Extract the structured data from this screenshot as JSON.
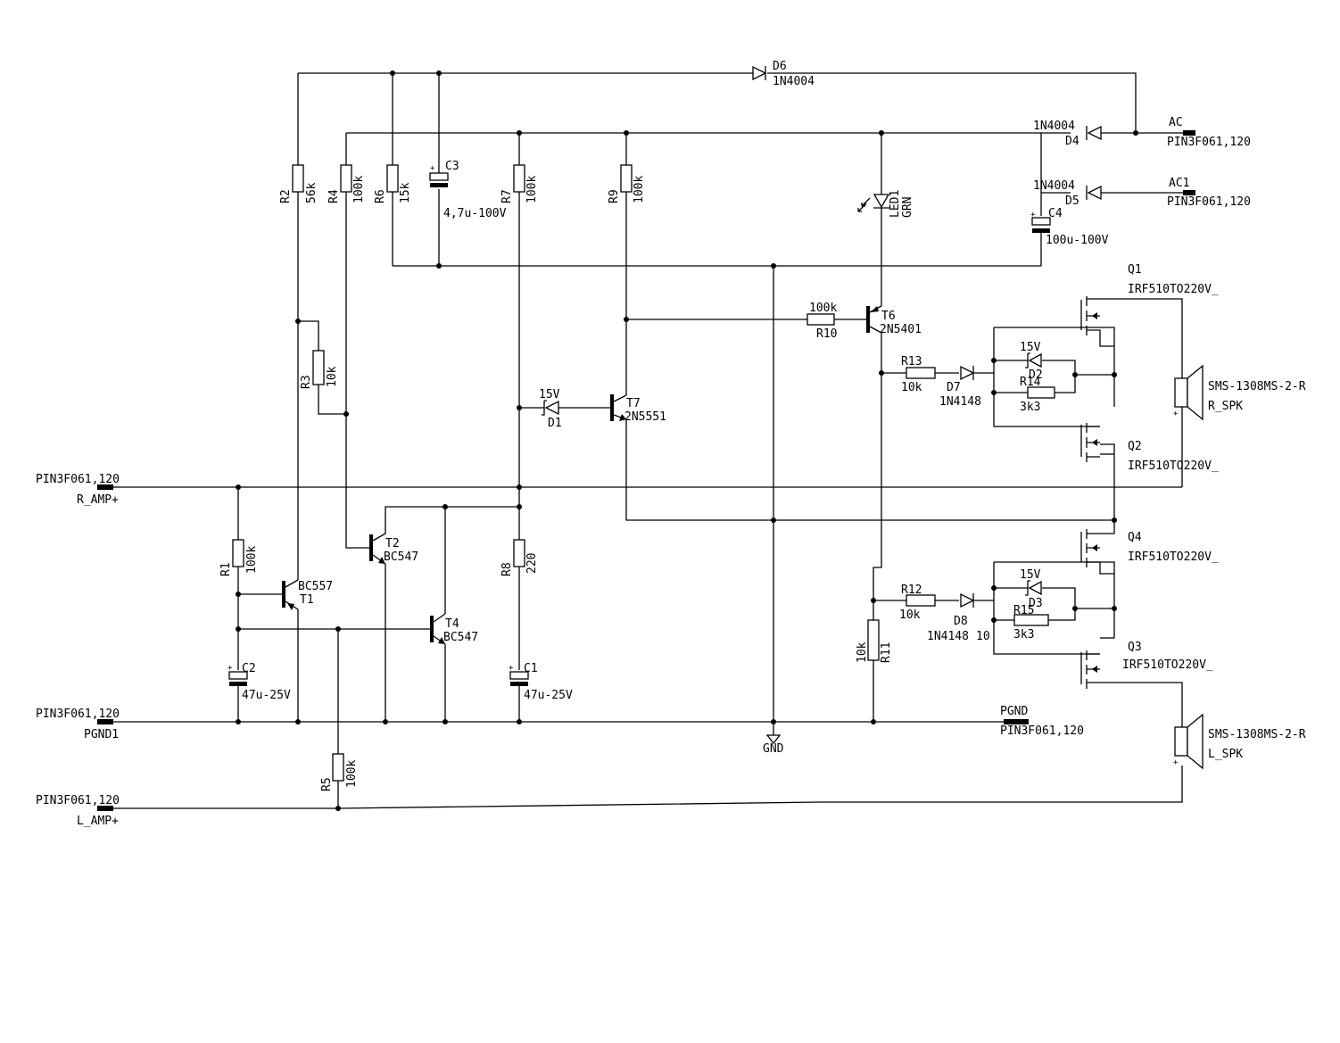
{
  "labels": {
    "D6": "D6",
    "D6v": "1N4004",
    "D4v": "1N4004",
    "D4": "D4",
    "AC": "AC",
    "AC_pin": "PIN3F061,120",
    "D5v": "1N4004",
    "D5": "D5",
    "AC1": "AC1",
    "AC1_pin": "PIN3F061,120",
    "C3": "C3",
    "C3v": "4,7u-100V",
    "C4": "C4",
    "C4v": "100u-100V",
    "R2": "R2",
    "R2v": "56k",
    "R4": "R4",
    "R4v": "100k",
    "R6": "R6",
    "R6v": "15k",
    "R7": "R7",
    "R7v": "100k",
    "R9": "R9",
    "R9v": "100k",
    "LED1": "LED1",
    "LED1v": "GRN",
    "R3": "R3",
    "R3v": "10k",
    "R10": "R10",
    "R10v": "100k",
    "T6": "T6",
    "T6v": "2N5401",
    "R13": "R13",
    "R13v": "10k",
    "D7": "D7",
    "D7v": "1N4148",
    "D2": "D2",
    "D2v": "15V",
    "R14": "R14",
    "R14v": "3k3",
    "Q1": "Q1",
    "Q1v": "IRF510TO220V_",
    "Q2": "Q2",
    "Q2v": "IRF510TO220V_",
    "Q3": "Q3",
    "Q3v": "IRF510TO220V_",
    "Q4": "Q4",
    "Q4v": "IRF510TO220V_",
    "RSPKv": "SMS-1308MS-2-R",
    "RSPK": "R_SPK",
    "LSPKv": "SMS-1308MS-2-R",
    "LSPK": "L_SPK",
    "D1": "D1",
    "D1v": "15V",
    "T7": "T7",
    "T7v": "2N5551",
    "RAMP_pin": "PIN3F061,120",
    "RAMP": "R_AMP+",
    "R1": "R1",
    "R1v": "100k",
    "T1": "T1",
    "T1v": "BC557",
    "T2": "T2",
    "T2v": "BC547",
    "T4": "T4",
    "T4v": "BC547",
    "R8": "R8",
    "R8v": "220",
    "C2": "C2",
    "C2v": "47u-25V",
    "C1": "C1",
    "C1v": "47u-25V",
    "PGND1_pin": "PIN3F061,120",
    "PGND1": "PGND1",
    "GND": "GND",
    "PGND": "PGND",
    "PGND_pin": "PIN3F061,120",
    "R12": "R12",
    "R12v": "10k",
    "D8": "D8",
    "D8v": "1N4148",
    "D8x": "10",
    "D3": "D3",
    "D3v": "15V",
    "R15": "R15",
    "R15v": "3k3",
    "R11": "R11",
    "R11v": "10k",
    "R5": "R5",
    "R5v": "100k",
    "LAMP_pin": "PIN3F061,120",
    "LAMP": "L_AMP+"
  }
}
